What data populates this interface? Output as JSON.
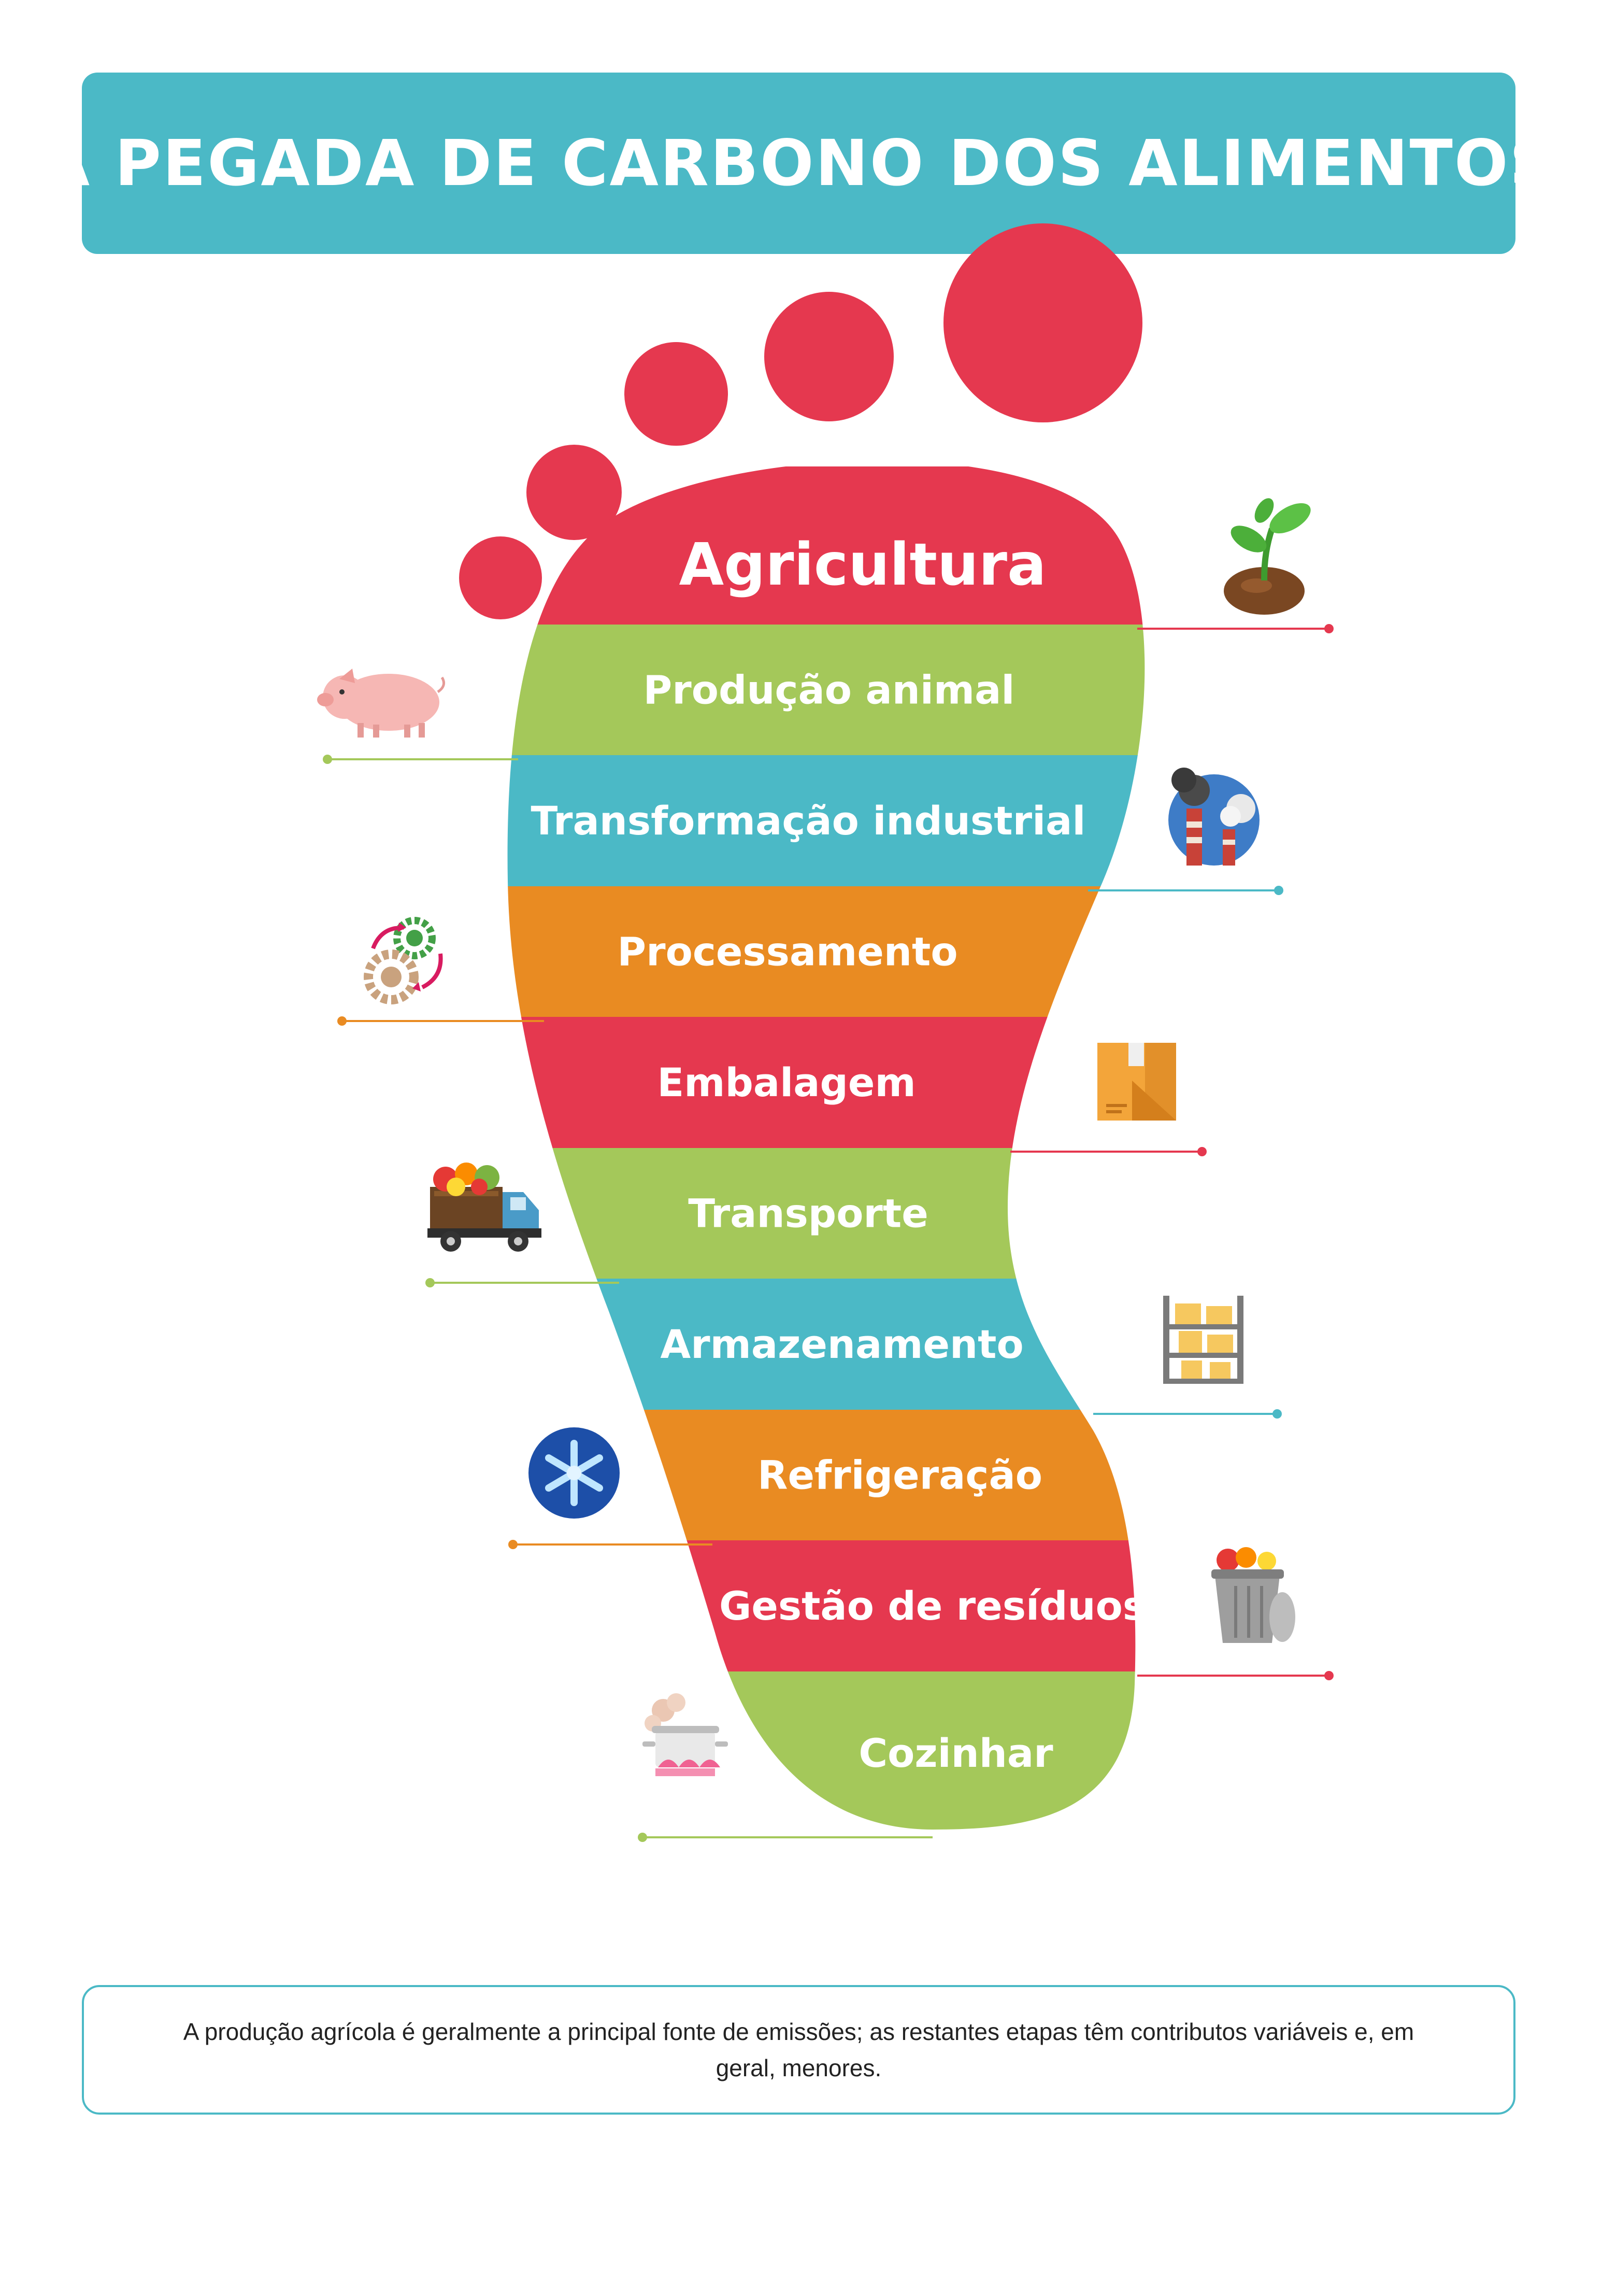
{
  "title": "A PEGADA DE CARBONO DOS ALIMENTOS",
  "colors": {
    "red": "#E5384F",
    "green": "#A4C85A",
    "teal": "#4BB9C6",
    "orange": "#E98B22"
  },
  "stages": [
    {
      "label": "Agricultura",
      "color": "#E5384F",
      "icon": "sprout-icon"
    },
    {
      "label": "Produção animal",
      "color": "#A4C85A",
      "icon": "pig-icon"
    },
    {
      "label": "Transformação industrial",
      "color": "#4BB9C6",
      "icon": "factory-icon"
    },
    {
      "label": "Processamento",
      "color": "#E98B22",
      "icon": "gears-icon"
    },
    {
      "label": "Embalagem",
      "color": "#E5384F",
      "icon": "box-icon"
    },
    {
      "label": "Transporte",
      "color": "#A4C85A",
      "icon": "truck-icon"
    },
    {
      "label": "Armazenamento",
      "color": "#4BB9C6",
      "icon": "shelves-icon"
    },
    {
      "label": "Refrigeração",
      "color": "#E98B22",
      "icon": "snowflake-icon"
    },
    {
      "label": "Gestão de resíduos",
      "color": "#E5384F",
      "icon": "trash-can-icon"
    },
    {
      "label": "Cozinhar",
      "color": "#A4C85A",
      "icon": "cooking-pot-icon"
    }
  ],
  "note": "A produção agrícola é geralmente a principal fonte de emissões; as restantes etapas têm contributos variáveis e, em geral, menores."
}
